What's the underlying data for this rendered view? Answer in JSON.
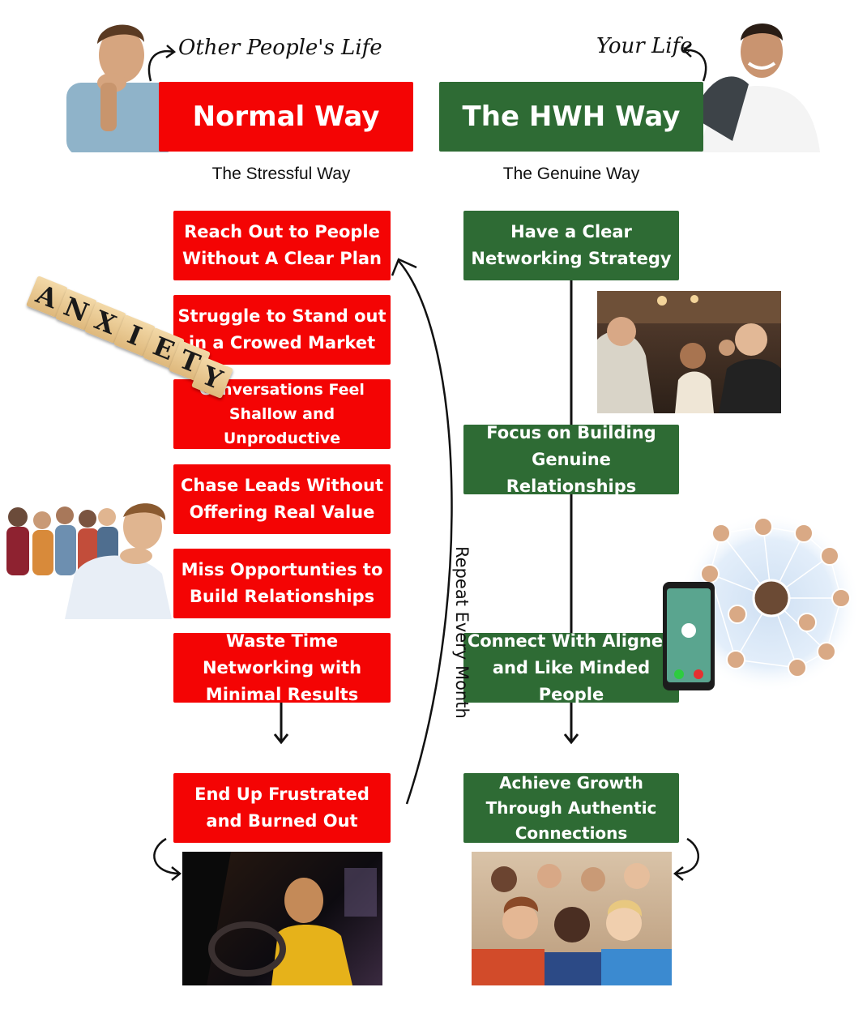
{
  "left": {
    "annotation": "Other People's Life",
    "title": "Normal Way",
    "subtitle": "The Stressful Way",
    "steps": [
      "Reach Out to People Without A Clear Plan",
      "Struggle to Stand out in a Crowed Market",
      "Conversations Feel Shallow and Unproductive",
      "Chase Leads Without Offering Real Value",
      "Miss Opportunties to Build Relationships",
      "Waste Time Networking with Minimal Results"
    ],
    "outcome": "End Up Frustrated and Burned Out",
    "color": "#f40404"
  },
  "right": {
    "annotation": "Your Life",
    "title": "The HWH Way",
    "subtitle": "The Genuine Way",
    "steps": [
      "Have a Clear Networking Strategy",
      "Focus on Building Genuine Relationships",
      "Connect With Aligned and Like Minded People"
    ],
    "outcome": "Achieve Growth Through Authentic Connections",
    "color": "#2e6b34"
  },
  "cycle_label": "Repeat Every Month",
  "anxiety_tiles": [
    "A",
    "N",
    "X",
    "I",
    "E",
    "T",
    "Y"
  ],
  "icons": {
    "pensive_man": "pensive-man-photo",
    "smiling_man": "smiling-man-photo",
    "networking_event": "networking-event-photo",
    "social_network": "social-network-illustration",
    "stressed_worker": "stressed-worker-photo",
    "tired_driver": "tired-driver-photo",
    "happy_group": "happy-group-photo"
  }
}
